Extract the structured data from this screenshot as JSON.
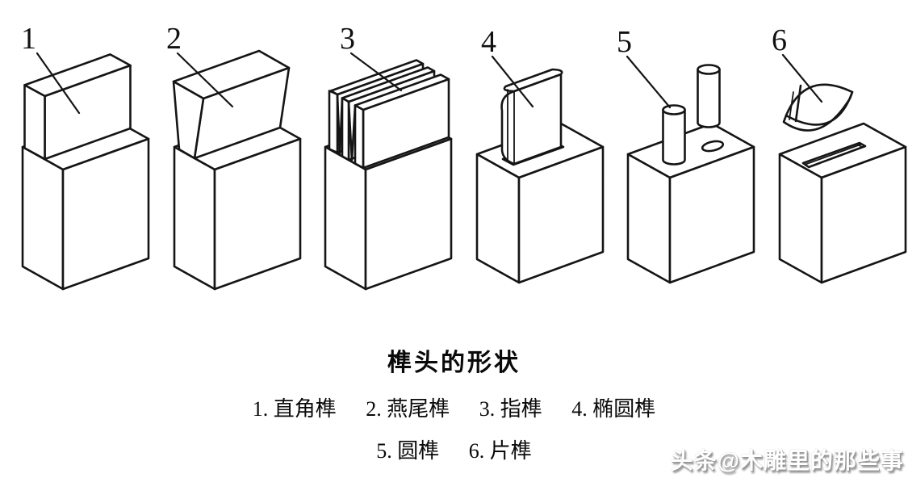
{
  "title": "榫头的形状",
  "figures": [
    {
      "number": "1",
      "name": "直角榫"
    },
    {
      "number": "2",
      "name": "燕尾榫"
    },
    {
      "number": "3",
      "name": "指榫"
    },
    {
      "number": "4",
      "name": "椭圆榫"
    },
    {
      "number": "5",
      "name": "圆榫"
    },
    {
      "number": "6",
      "name": "片榫"
    }
  ],
  "caption": {
    "line1": [
      "1. 直角榫",
      "2. 燕尾榫",
      "3. 指榫",
      "4. 椭圆榫"
    ],
    "line2": [
      "5. 圆榫",
      "6. 片榫"
    ]
  },
  "watermark": "头条@木雕里的那些事",
  "colors": {
    "line": "#151515",
    "background": "#ffffff",
    "watermark_shadow": "#8f8f8f"
  }
}
